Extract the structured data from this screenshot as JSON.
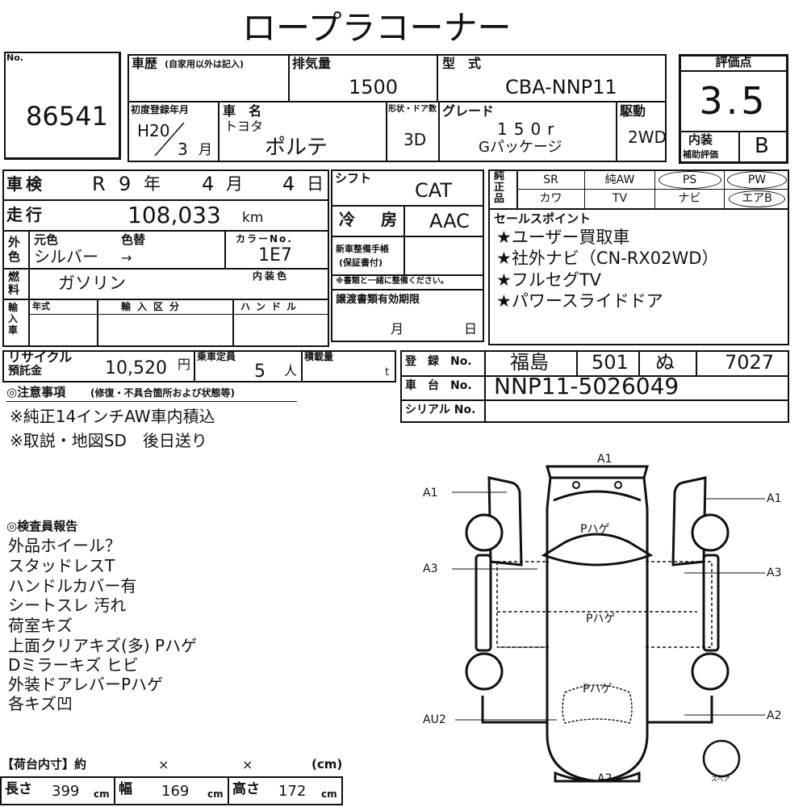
{
  "title": "ロープラコーナー",
  "lot": {
    "label": "No.",
    "number": "86541"
  },
  "history": {
    "label": "車歴",
    "note": "(自家用以外は記入)"
  },
  "displacement": {
    "label": "排気量",
    "value": "1500"
  },
  "model_code": {
    "label": "型　式",
    "value": "CBA-NNP11"
  },
  "score": {
    "label": "評価点",
    "value": "3.5",
    "interior_label": "内装",
    "interior_sub": "補助評価",
    "interior_value": "B"
  },
  "first_reg": {
    "label": "初度登録年月",
    "era_year": "H20",
    "month": "3",
    "month_unit": "月"
  },
  "car_name": {
    "label": "車　名",
    "maker": "トヨタ",
    "name": "ポルテ"
  },
  "body_doors": {
    "label": "形状・ドア数",
    "value": "3D"
  },
  "grade": {
    "label": "グレード",
    "line1": "150r",
    "line2": "Gパッケージ"
  },
  "drive": {
    "label": "駆動",
    "value": "2WD"
  },
  "inspection": {
    "label": "車検",
    "era": "R",
    "year": "9",
    "year_unit": "年",
    "month": "4",
    "month_unit": "月",
    "day": "4",
    "day_unit": "日"
  },
  "mileage": {
    "label": "走行",
    "value": "108,033",
    "unit": "km"
  },
  "shift": {
    "label": "シフト",
    "value": "CAT"
  },
  "aircon": {
    "label": "冷　房",
    "value": "AAC"
  },
  "color": {
    "side_label": "外色",
    "orig_label": "元色",
    "change_label": "色替",
    "orig_value": "シルバー",
    "arrow": "→",
    "code_label": "カラーNo.",
    "code_value": "1E7",
    "interior_label": "内装色"
  },
  "fuel": {
    "side_label": "燃料",
    "value": "ガソリン"
  },
  "manual": {
    "label": "新車整備手帳",
    "label2": "(保証書付)",
    "note": "※書類と一緒に整備ください。"
  },
  "import": {
    "side_label": "輸入車",
    "year_label": "年式",
    "class_label": "輸入区分",
    "handle_label": "ハンドル"
  },
  "doc_expiry": {
    "label": "譲渡書類有効期限",
    "month_unit": "月",
    "day_unit": "日"
  },
  "equipment": {
    "side_label": "純正品",
    "items": [
      "SR",
      "純AW",
      "PS",
      "PW",
      "カワ",
      "TV",
      "ナビ",
      "エアB"
    ]
  },
  "sales_points": {
    "label": "セールスポイント",
    "items": [
      "★ユーザー買取車",
      "★社外ナビ（CN-RX02WD）",
      "★フルセグTV",
      "★パワースライドドア"
    ]
  },
  "recycle": {
    "label": "リサイクル",
    "label2": "預託金",
    "value": "10,520",
    "unit": "円"
  },
  "capacity": {
    "label": "乗車定員",
    "value": "5",
    "unit": "人"
  },
  "load": {
    "label": "積載量",
    "unit": "t"
  },
  "registration": {
    "label": "登　録　No.",
    "region": "福島",
    "class_no": "501",
    "kana": "ぬ",
    "number": "7027"
  },
  "chassis": {
    "label": "車　台　No.",
    "value": "NNP11-5026049"
  },
  "serial": {
    "label": "シリアル No."
  },
  "notes": {
    "label": "◎注意事項",
    "sub": "(修復・不具合箇所および状態等)",
    "lines": [
      "※純正14インチAW車内積込",
      "※取説・地図SD　後日送り"
    ]
  },
  "inspector": {
    "label": "◎検査員報告",
    "lines": [
      "外品ホイール？",
      "スタッドレスT",
      "ハンドルカバー有",
      "シートスレ 汚れ",
      "荷室キズ",
      "上面クリアキズ(多) Pハゲ",
      "Dミラーキズ ヒビ",
      "外装ドアレバーPハゲ",
      "各キズ凹"
    ]
  },
  "cargo": {
    "label": "【荷台内寸】約",
    "x1": "×",
    "x2": "×",
    "unit": "(cm)",
    "length_label": "長さ",
    "length": "399",
    "width_label": "幅",
    "width": "169",
    "height_label": "高さ",
    "height": "172",
    "cm": "cm"
  },
  "diagram": {
    "codes": {
      "top": "A1",
      "left_top": "A1",
      "right_top": "A1",
      "left_mid": "A3",
      "right_mid": "A3",
      "left_bottom": "AU2",
      "right_bottom": "A2",
      "bottom": "A2"
    },
    "roof_notes": [
      "Pハゲ",
      "Pハゲ",
      "Pハゲ"
    ],
    "spare": "スペア"
  }
}
